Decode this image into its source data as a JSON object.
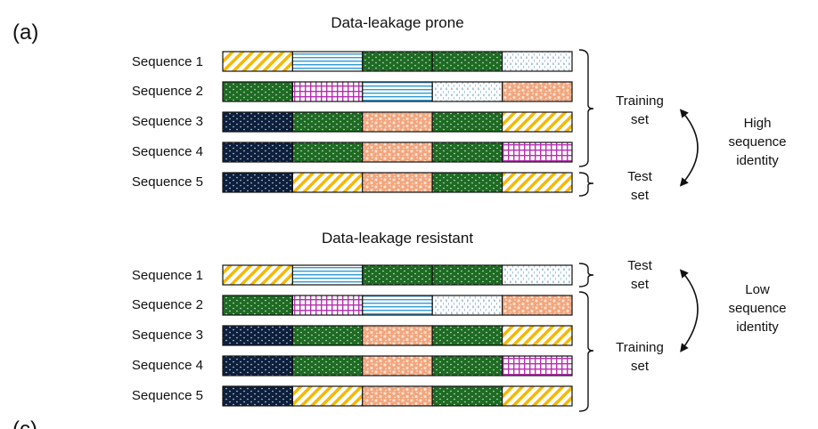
{
  "panel_label": "(a)",
  "next_panel_label": "(c)",
  "colors": {
    "hatch": "#f5b800",
    "stripe": "#2f9bd6",
    "green": "#1e6b23",
    "check": "#b530b0",
    "dash_bg": "#ffffff",
    "dash_fg": "#6c9cc4",
    "salmon": "#f2a57c",
    "navy": "#0c1f3d",
    "border": "#111111"
  },
  "top": {
    "title": "Data-leakage prone",
    "sequences": [
      {
        "label": "Sequence 1",
        "blocks": [
          "hatch",
          "stripe",
          "green",
          "green",
          "dash"
        ]
      },
      {
        "label": "Sequence 2",
        "blocks": [
          "green",
          "check",
          "stripe",
          "dash",
          "salmon"
        ]
      },
      {
        "label": "Sequence 3",
        "blocks": [
          "navy",
          "green",
          "salmon",
          "green",
          "hatch"
        ]
      },
      {
        "label": "Sequence 4",
        "blocks": [
          "navy",
          "green",
          "salmon",
          "green",
          "check"
        ]
      },
      {
        "label": "Sequence 5",
        "blocks": [
          "navy",
          "hatch",
          "salmon",
          "green",
          "hatch"
        ]
      }
    ],
    "set_a": {
      "line1": "Training",
      "line2": "set"
    },
    "set_b": {
      "line1": "Test",
      "line2": "set"
    },
    "identity": {
      "line1": "High",
      "line2": "sequence",
      "line3": "identity"
    }
  },
  "bottom": {
    "title": "Data-leakage resistant",
    "sequences": [
      {
        "label": "Sequence 1",
        "blocks": [
          "hatch",
          "stripe",
          "green",
          "green",
          "dash"
        ]
      },
      {
        "label": "Sequence 2",
        "blocks": [
          "green",
          "check",
          "stripe",
          "dash",
          "salmon"
        ]
      },
      {
        "label": "Sequence 3",
        "blocks": [
          "navy",
          "green",
          "salmon",
          "green",
          "hatch"
        ]
      },
      {
        "label": "Sequence 4",
        "blocks": [
          "navy",
          "green",
          "salmon",
          "green",
          "check"
        ]
      },
      {
        "label": "Sequence 5",
        "blocks": [
          "navy",
          "hatch",
          "salmon",
          "green",
          "hatch"
        ]
      }
    ],
    "set_a": {
      "line1": "Test",
      "line2": "set"
    },
    "set_b": {
      "line1": "Training",
      "line2": "set"
    },
    "identity": {
      "line1": "Low",
      "line2": "sequence",
      "line3": "identity"
    }
  }
}
